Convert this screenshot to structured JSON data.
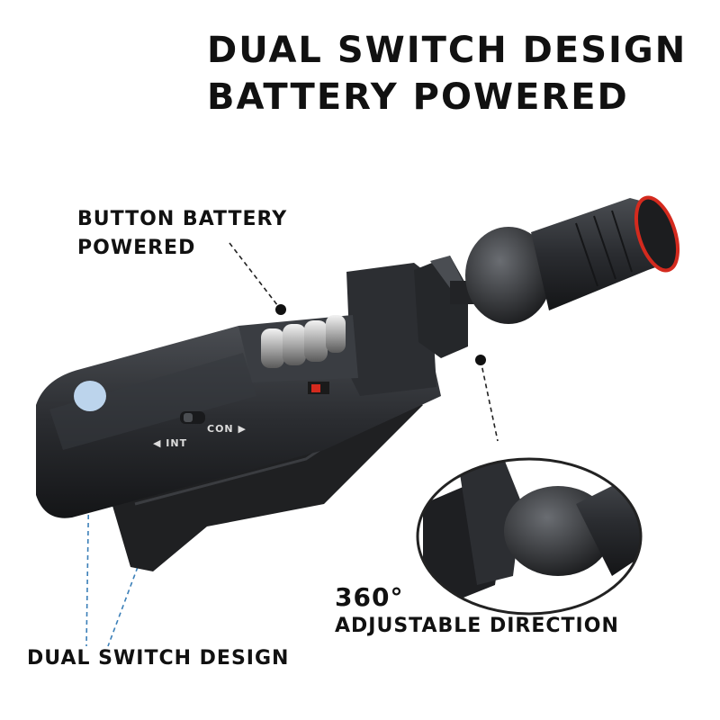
{
  "headline": {
    "line1": "DUAL SWITCH DESIGN",
    "line2": "BATTERY POWERED"
  },
  "callouts": {
    "battery_line1": "BUTTON BATTERY",
    "battery_line2": "POWERED",
    "switch": "DUAL SWITCH DESIGN",
    "rotation_number": "360°",
    "rotation_text": "ADJUSTABLE DIRECTION"
  },
  "device_labels": {
    "int": "◀ INT",
    "con": "CON ▶"
  },
  "colors": {
    "body": "#2a2c30",
    "accent_ring": "#d42a1e",
    "indicator": "#bcd4ec",
    "text": "#111111"
  }
}
